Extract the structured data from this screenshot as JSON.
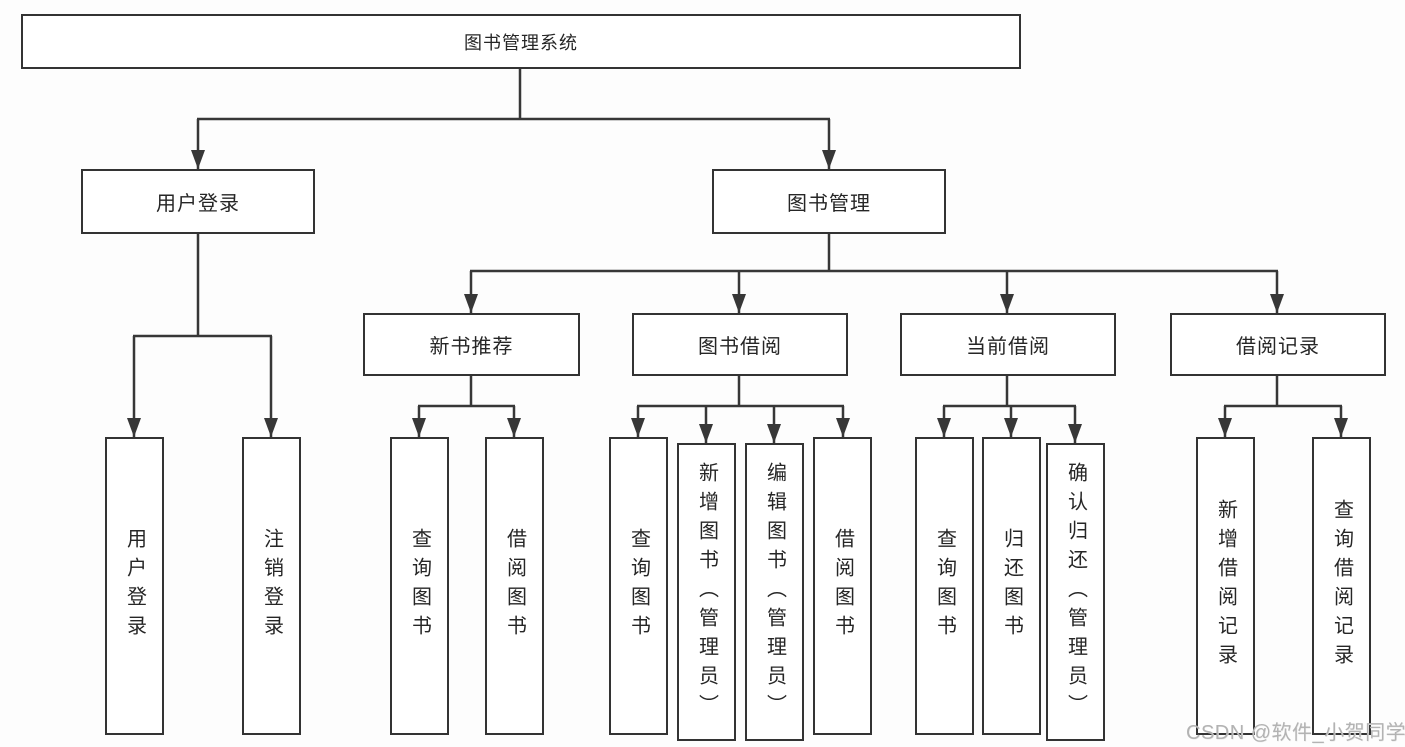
{
  "root": {
    "label": "图书管理系统"
  },
  "level2": [
    {
      "label": "用户登录"
    },
    {
      "label": "图书管理"
    }
  ],
  "level3": [
    {
      "label": "新书推荐"
    },
    {
      "label": "图书借阅"
    },
    {
      "label": "当前借阅"
    },
    {
      "label": "借阅记录"
    }
  ],
  "leaves": [
    {
      "label": "用户登录"
    },
    {
      "label": "注销登录"
    },
    {
      "label": "查询图书"
    },
    {
      "label": "借阅图书"
    },
    {
      "label": "查询图书"
    },
    {
      "label": "新增图书（管理员）"
    },
    {
      "label": "编辑图书（管理员）"
    },
    {
      "label": "借阅图书"
    },
    {
      "label": "查询图书"
    },
    {
      "label": "归还图书"
    },
    {
      "label": "确认归还（管理员）"
    },
    {
      "label": "新增借阅记录"
    },
    {
      "label": "查询借阅记录"
    }
  ],
  "watermark": "CSDN @软件_小贺同学",
  "colors": {
    "line": "#373737",
    "box_border": "#333333",
    "text": "#262626",
    "watermark": "#b3b3b3",
    "background": "#fdfdfd"
  }
}
